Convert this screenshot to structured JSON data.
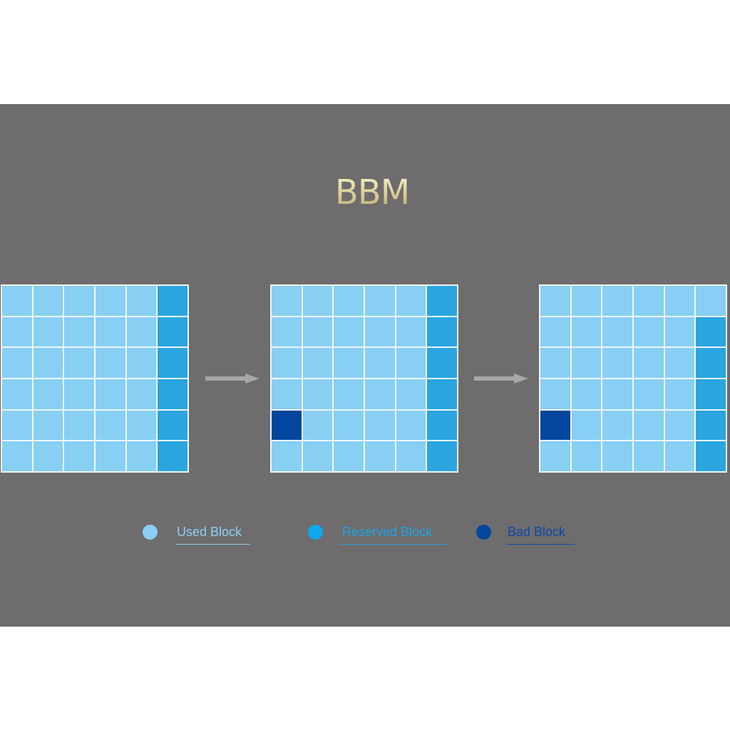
{
  "diagram": {
    "title": "BBM",
    "colors": {
      "used": "#87cff3",
      "reserved": "#2aa5e0",
      "bad": "#02479d",
      "background": "#6e6c6d",
      "arrow": "#a7a7a7"
    },
    "grids": [
      {
        "rows": [
          [
            "used",
            "used",
            "used",
            "used",
            "used",
            "reserved"
          ],
          [
            "used",
            "used",
            "used",
            "used",
            "used",
            "reserved"
          ],
          [
            "used",
            "used",
            "used",
            "used",
            "used",
            "reserved"
          ],
          [
            "used",
            "used",
            "used",
            "used",
            "used",
            "reserved"
          ],
          [
            "used",
            "used",
            "used",
            "used",
            "used",
            "reserved"
          ],
          [
            "used",
            "used",
            "used",
            "used",
            "used",
            "reserved"
          ]
        ]
      },
      {
        "rows": [
          [
            "used",
            "used",
            "used",
            "used",
            "used",
            "reserved"
          ],
          [
            "used",
            "used",
            "used",
            "used",
            "used",
            "reserved"
          ],
          [
            "used",
            "used",
            "used",
            "used",
            "used",
            "reserved"
          ],
          [
            "used",
            "used",
            "used",
            "used",
            "used",
            "reserved"
          ],
          [
            "bad",
            "used",
            "used",
            "used",
            "used",
            "reserved"
          ],
          [
            "used",
            "used",
            "used",
            "used",
            "used",
            "reserved"
          ]
        ]
      },
      {
        "rows": [
          [
            "used",
            "used",
            "used",
            "used",
            "used",
            "used"
          ],
          [
            "used",
            "used",
            "used",
            "used",
            "used",
            "reserved"
          ],
          [
            "used",
            "used",
            "used",
            "used",
            "used",
            "reserved"
          ],
          [
            "used",
            "used",
            "used",
            "used",
            "used",
            "reserved"
          ],
          [
            "bad",
            "used",
            "used",
            "used",
            "used",
            "reserved"
          ],
          [
            "used",
            "used",
            "used",
            "used",
            "used",
            "reserved"
          ]
        ]
      }
    ],
    "legend": [
      {
        "key": "used",
        "label": "Used Block",
        "color": "#87cff3",
        "text_color": "#8fd0f3"
      },
      {
        "key": "reserved",
        "label": "Reserved Block",
        "color": "#0ea8ec",
        "text_color": "#1ea6e6"
      },
      {
        "key": "bad",
        "label": "Bad Block",
        "color": "#02479d",
        "text_color": "#0a4aa8"
      }
    ]
  }
}
